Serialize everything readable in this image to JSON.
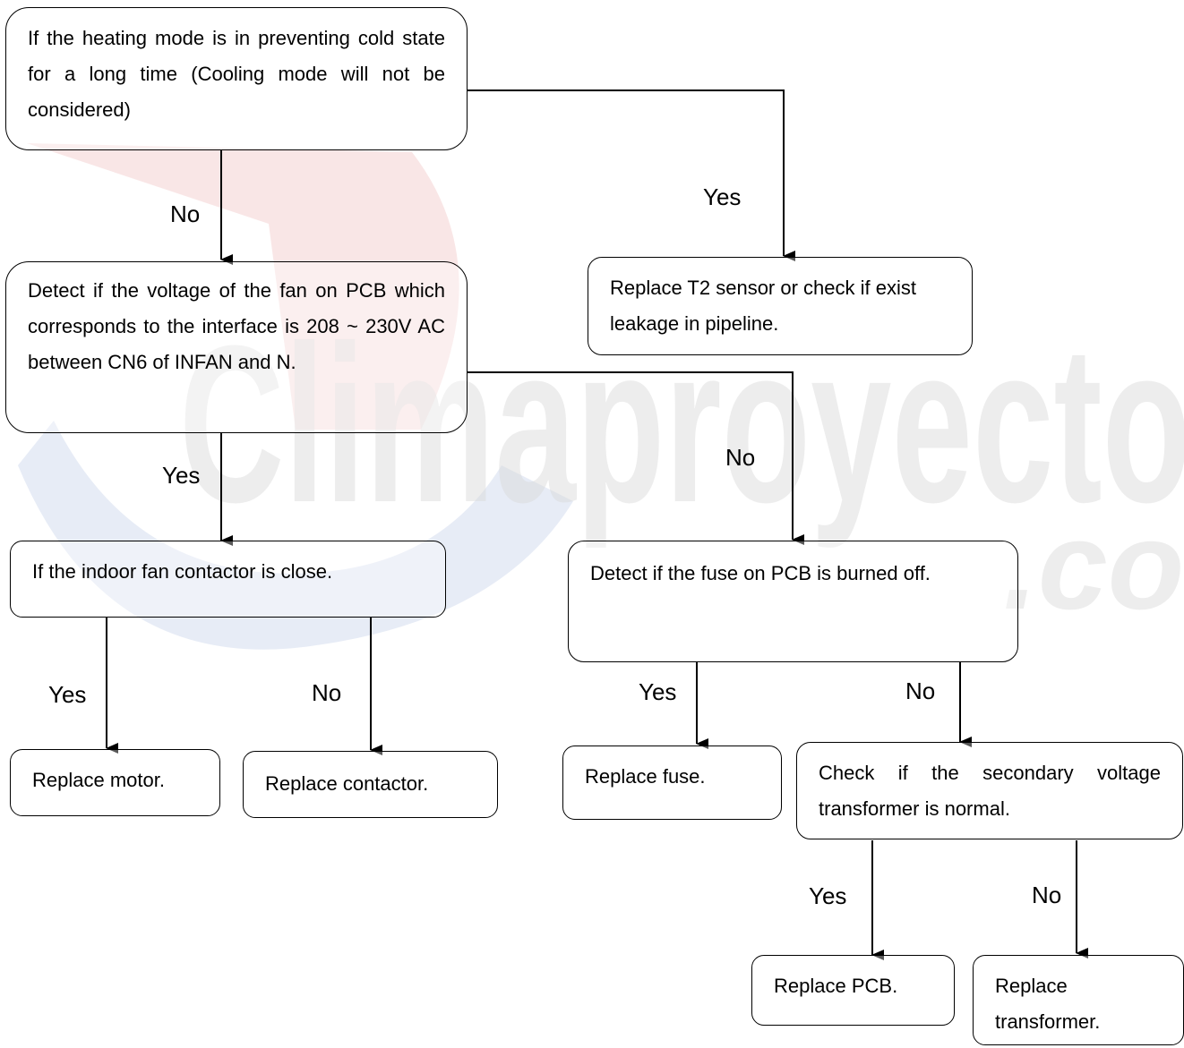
{
  "watermark": {
    "text": "Climaproyecto",
    "suffix": ".co",
    "colors": {
      "red": "#e8a7a5",
      "blue": "#9fb3da",
      "gray": "#d9d9d9"
    }
  },
  "boxes": {
    "heating_check": "If the heating mode is in preventing cold state for a long time (Cooling mode will not be considered)",
    "replace_t2": "Replace T2 sensor or check if exist leakage in pipeline.",
    "detect_voltage": "Detect if the voltage of the fan on PCB which corresponds to the interface is 208 ~ 230V AC between CN6 of INFAN and N.",
    "contactor_check": "If the indoor fan contactor is close.",
    "fuse_check": "Detect if the fuse on PCB is burned off.",
    "replace_motor": "Replace motor.",
    "replace_contactor": "Replace contactor.",
    "replace_fuse": "Replace fuse.",
    "transformer_check": "Check if the secondary voltage transformer is normal.",
    "replace_pcb": "Replace PCB.",
    "replace_transformer": "Replace transformer."
  },
  "labels": {
    "heating_no": "No",
    "heating_yes": "Yes",
    "voltage_yes": "Yes",
    "voltage_no": "No",
    "contactor_yes": "Yes",
    "contactor_no": "No",
    "fuse_yes": "Yes",
    "fuse_no": "No",
    "transformer_yes": "Yes",
    "transformer_no": "No"
  }
}
